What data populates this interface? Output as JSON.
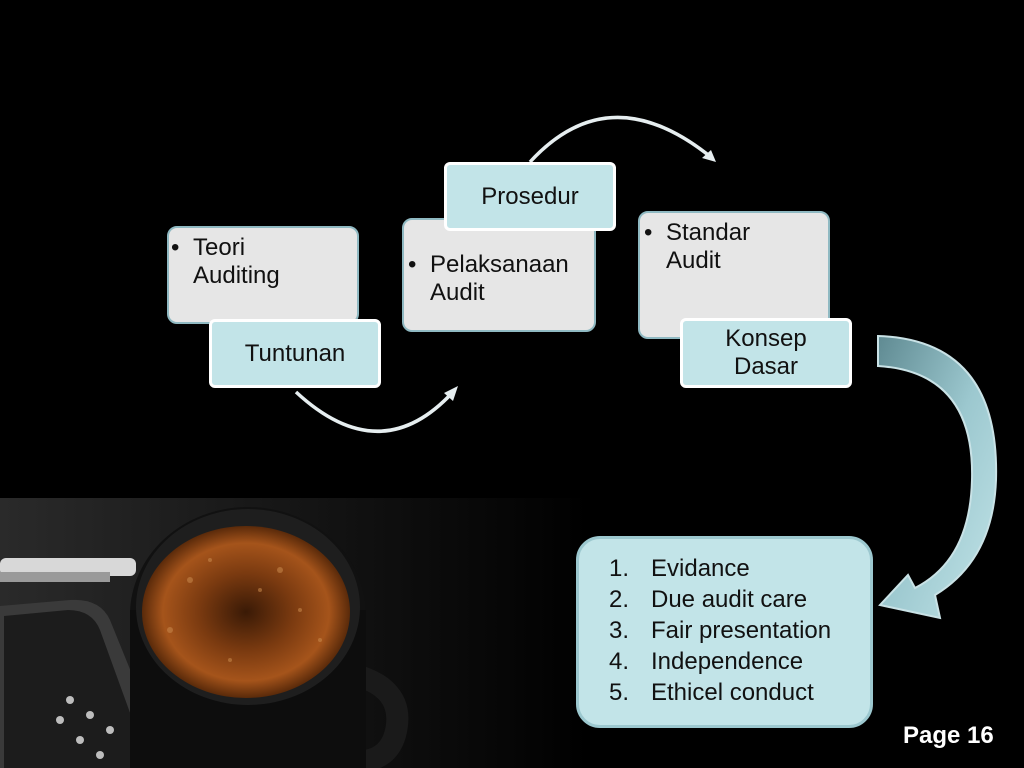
{
  "process": {
    "step1": {
      "bullet": "Teori\nAuditing",
      "label": "Tuntunan"
    },
    "step2": {
      "bullet": "Pelaksanaan\nAudit",
      "label": "Prosedur"
    },
    "step3": {
      "bullet": "Standar\nAudit",
      "label": "Konsep\nDasar"
    }
  },
  "list": {
    "items": [
      {
        "num": "1.",
        "text": "Evidance"
      },
      {
        "num": "2.",
        "text": "Due audit care"
      },
      {
        "num": "3.",
        "text": "Fair presentation"
      },
      {
        "num": "4.",
        "text": "Independence"
      },
      {
        "num": "5.",
        "text": "Ethicel conduct"
      }
    ]
  },
  "footer": {
    "page": "Page 16"
  },
  "colors": {
    "background": "#000000",
    "card": "#e6e6e6",
    "accent": "#c2e4e8"
  }
}
